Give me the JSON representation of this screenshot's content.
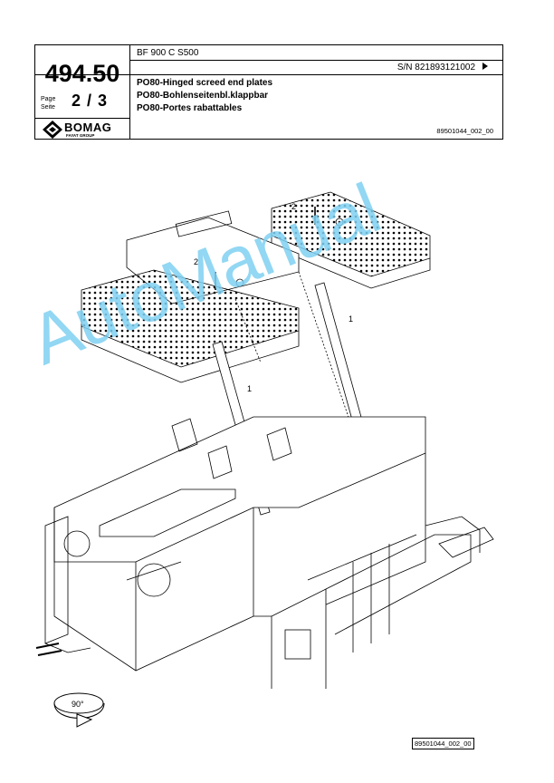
{
  "header": {
    "model": "BF 900 C S500",
    "serial": "S/N 821893121002",
    "page_number": "494.50",
    "page_label_en": "Page",
    "page_label_de": "Seite",
    "page_value": "2 / 3",
    "brand": "BOMAG",
    "brand_sub": "FAYAT GROUP",
    "title_en": "PO80-Hinged screed end plates",
    "title_de": "PO80-Bohlenseitenbl.klappbar",
    "title_fr": "PO80-Portes rabattables",
    "ref_code": "89501044_002_00"
  },
  "drawing": {
    "callouts": [
      "2",
      "2",
      "1",
      "1"
    ],
    "rotation": "90°"
  },
  "watermark": "AutoManual",
  "footer": {
    "ref_code": "89501044_002_00"
  }
}
